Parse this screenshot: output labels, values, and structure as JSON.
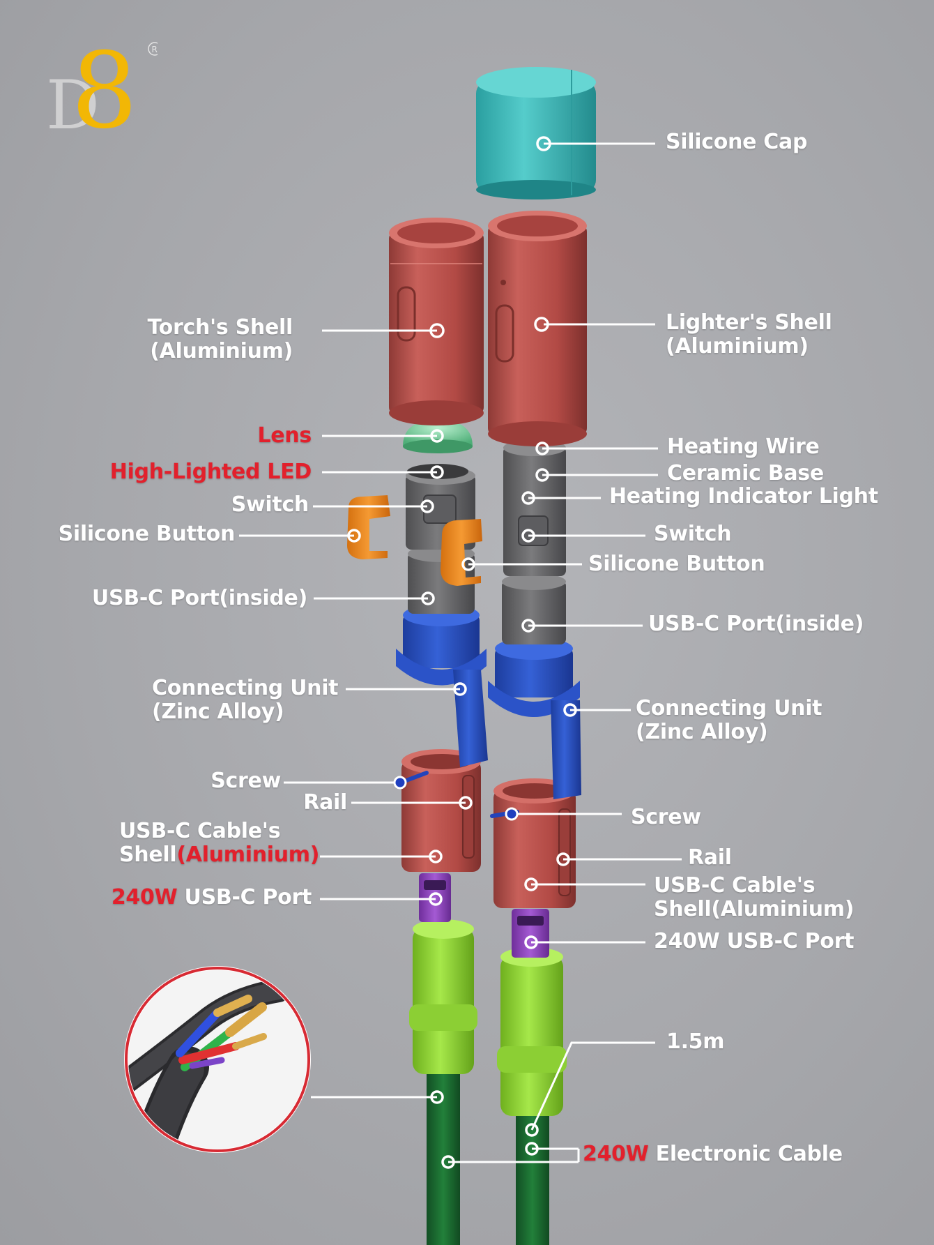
{
  "brand": {
    "logo_letters": "D8",
    "registered_mark": "®",
    "accent": "#f2b705"
  },
  "colors": {
    "label_white": "#ffffff",
    "label_red": "#e2202c",
    "background": "#a7a8ac"
  },
  "left_assembly": {
    "name": "Torch",
    "labels": {
      "torch_shell": "Torch's Shell",
      "torch_shell_material": "(Aluminium)",
      "lens": "Lens",
      "led": "High-Lighted LED",
      "switch": "Switch",
      "silicone_button": "Silicone Button",
      "usbc_port_inside": "USB-C Port(inside)",
      "connecting_unit": "Connecting Unit",
      "connecting_unit_material": "(Zinc Alloy)",
      "screw": "Screw",
      "rail": "Rail",
      "cable_shell_line1": "USB-C Cable's",
      "cable_shell_line2": "Shell",
      "cable_shell_material": "(Aluminium)",
      "port_power": "240W",
      "port_text": " USB-C Port"
    }
  },
  "right_assembly": {
    "name": "Lighter",
    "labels": {
      "silicone_cap": "Silicone Cap",
      "lighter_shell": "Lighter's Shell",
      "lighter_shell_material": "(Aluminium)",
      "heating_wire": "Heating Wire",
      "ceramic_base": "Ceramic Base",
      "heating_indicator": "Heating Indicator Light",
      "switch": "Switch",
      "silicone_button": "Silicone Button",
      "usbc_port_inside": "USB-C Port(inside)",
      "connecting_unit": "Connecting Unit",
      "connecting_unit_material": "(Zinc Alloy)",
      "screw": "Screw",
      "rail": "Rail",
      "cable_shell_line1": "USB-C Cable's",
      "cable_shell_line2": "Shell(Aluminium)",
      "port_text": "240W USB-C Port",
      "cable_length": "1.5m"
    }
  },
  "cable": {
    "power": "240W",
    "text": " Electronic Cable"
  }
}
